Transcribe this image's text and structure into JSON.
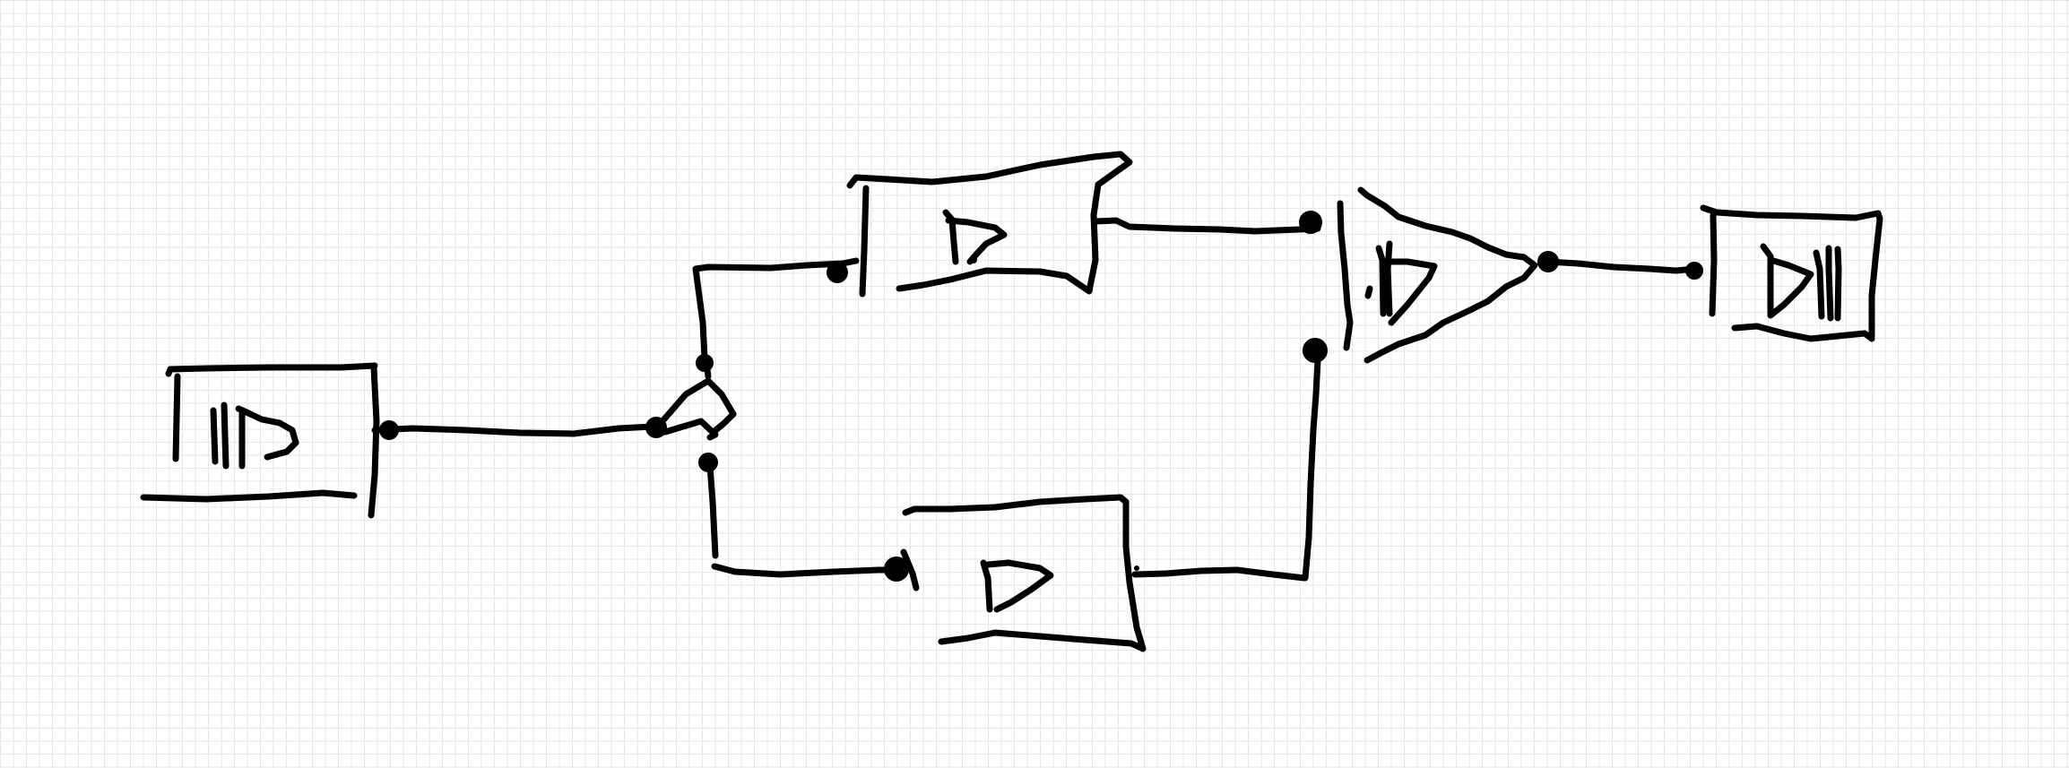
{
  "diagram": {
    "kind": "hand-drawn block diagram",
    "ink_color": "#000000",
    "paper_color": "#ffffff",
    "grid_color": "#e6e6e6",
    "nodes": [
      {
        "id": "source",
        "symbol": "|||▷"
      },
      {
        "id": "splitter",
        "symbol": "split"
      },
      {
        "id": "upper-stage",
        "symbol": "▷"
      },
      {
        "id": "lower-stage",
        "symbol": "▷"
      },
      {
        "id": "combiner",
        "symbol": "|▷"
      },
      {
        "id": "sink",
        "symbol": "▷||"
      }
    ],
    "edges": [
      {
        "from": "source",
        "to": "splitter"
      },
      {
        "from": "splitter",
        "to": "upper-stage"
      },
      {
        "from": "splitter",
        "to": "lower-stage"
      },
      {
        "from": "upper-stage",
        "to": "combiner"
      },
      {
        "from": "lower-stage",
        "to": "combiner"
      },
      {
        "from": "combiner",
        "to": "sink"
      }
    ]
  }
}
